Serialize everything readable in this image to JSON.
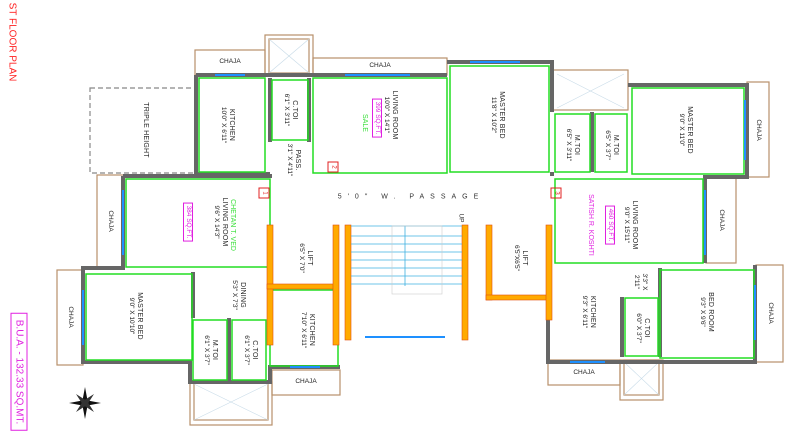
{
  "title": "ST FLOOR PLAN",
  "bua": "B.U.A. - 132.33 SQ.MT.",
  "passage": "5'0\" W. PASSAGE",
  "up": "UP",
  "colors": {
    "wall": "#666666",
    "room_outline": "#22dd22",
    "window": "#1e90ff",
    "lift_stair": "#ffaa00",
    "chaja": "#b8906a",
    "owner_tag": "#e020e0",
    "flat_number": "#e02020",
    "title": "#ff2020"
  },
  "flats": [
    {
      "number": "1",
      "owner": "CHETAN T. VED",
      "area": "384 SQ.FT."
    },
    {
      "number": "2",
      "owner": "SALE",
      "area": "399 SQ.FT."
    },
    {
      "number": "3",
      "owner": "SATISH R. KOSHTI",
      "area": "460 SQ.FT."
    }
  ],
  "rooms": {
    "triple_height": {
      "name": "TRIPLE HEIGHT"
    },
    "kitchen_tl": {
      "name": "KITCHEN",
      "dim": "10'0\" X 6'11\""
    },
    "ctoi_t": {
      "name": "C.TOI",
      "dim": "6'1\" X 3'11\""
    },
    "pass_t": {
      "name": "PASS.",
      "dim": "3'1\" X 4'11\""
    },
    "living_t": {
      "name": "LIVING ROOM",
      "dim": "10'0\" X 14'1\""
    },
    "master_t": {
      "name": "MASTER BED",
      "dim": "11'8\" X 10'2\""
    },
    "mtoi_tr1": {
      "name": "M.TOI",
      "dim": "6'5\" X 3'11\""
    },
    "mtoi_tr2": {
      "name": "M.TOI",
      "dim": "6'5\" X 3'7\""
    },
    "master_r": {
      "name": "MASTER BED",
      "dim": "9'0\" X 11'0\""
    },
    "living_r": {
      "name": "LIVING ROOM",
      "dim": "9'0\" X 15'11\""
    },
    "kitchen_r": {
      "name": "KITCHEN",
      "dim": "9'3\" X 6'11\""
    },
    "pass_r": {
      "name": "3'3\" X",
      "dim": "2'11\""
    },
    "ctoi_r": {
      "name": "C.TOI",
      "dim": "6'0\" X 3'7\""
    },
    "bed_r": {
      "name": "BED ROOM",
      "dim": "9'3\" X 9'6\""
    },
    "living_l": {
      "name": "LIVING ROOM",
      "dim": "9'6\" X 14'3\""
    },
    "master_l": {
      "name": "MASTER BED",
      "dim": "9'0\" X 10'10\""
    },
    "dining_l": {
      "name": "DINING",
      "dim": "5'3\" X 7'3\""
    },
    "mtoi_l": {
      "name": "M.TOI",
      "dim": "6'1\" X 3'7\""
    },
    "ctoi_l": {
      "name": "C.TOI",
      "dim": "6'1\" X 3'7\""
    },
    "kitchen_l": {
      "name": "KITCHEN",
      "dim": "7'10\" X 6'11\""
    },
    "lift_l": {
      "name": "LIFT",
      "dim": "6'5\" X 7'0\""
    },
    "lift_r": {
      "name": "LIFT",
      "dim": "6'5\"X6'5\""
    }
  },
  "chaja_label": "CHAJA"
}
